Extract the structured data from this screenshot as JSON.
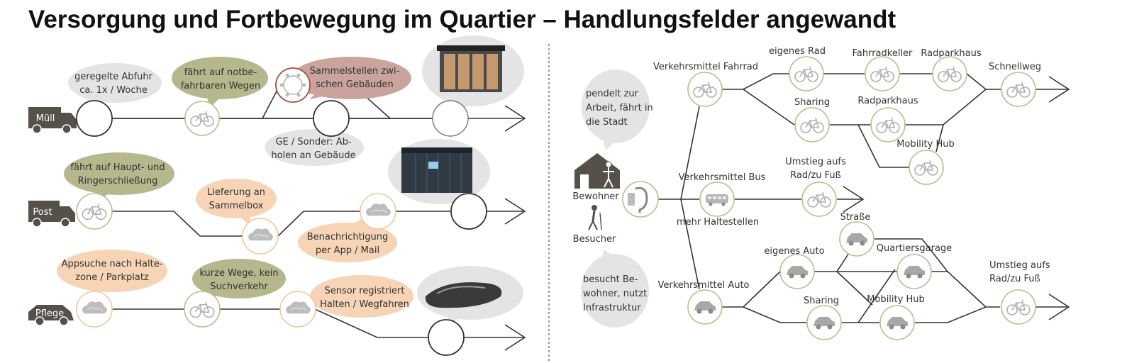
{
  "title": "Versorgung und Fortbewegung im Quartier – Handlungsfelder angewandt",
  "colors": {
    "line": "#333333",
    "node_stroke": "#b9bd8f",
    "olive": "#b6b78c",
    "rose": "#c9a39c",
    "peach": "#f6d4b5",
    "grey_bubble": "#e4e4e4",
    "vehicle": "#555048",
    "icon": "#b0b0b0"
  },
  "left": {
    "rows": {
      "muell": "Müll",
      "post": "Post",
      "pflege": "Pflege"
    },
    "bubbles": {
      "muell_abfuhr": [
        "geregelte Abfuhr",
        "ca. 1x / Woche"
      ],
      "muell_wege": [
        "fährt auf notbe-",
        "fahrbaren Wegen"
      ],
      "muell_sammel": [
        "Sammelstellen zwi-",
        "schen Gebäuden"
      ],
      "muell_ge": [
        "GE / Sonder: Ab-",
        "holen an Gebäude"
      ],
      "post_haupt": [
        "fährt auf Haupt- und",
        "Ringerschließung"
      ],
      "post_lieferung": [
        "Lieferung an",
        "Sammelbox"
      ],
      "post_benachrichtigung": [
        "Benachrichtigung",
        "per App / Mail"
      ],
      "pflege_appsuche": [
        "Appsuche nach Halte-",
        "zone / Parkplatz"
      ],
      "pflege_kurze": [
        "kurze Wege, kein",
        "Suchverkehr"
      ],
      "pflege_sensor": [
        "Sensor registriert",
        "Halten / Wegfahren"
      ]
    }
  },
  "right": {
    "bubbles": {
      "pendelt": [
        "pendelt zur",
        "Arbeit, fährt in",
        "die Stadt"
      ],
      "besucht": [
        "besucht Be-",
        "wohner, nutzt",
        "Infrastruktur"
      ]
    },
    "persons": {
      "bewohner": "Bewohner",
      "besucher": "Besucher"
    },
    "labels": {
      "vm_fahrrad": "Verkehrsmittel Fahrrad",
      "eigenes_rad": "eigenes Rad",
      "fahrradkeller": "Fahrradkeller",
      "radparkhaus_top": "Radparkhaus",
      "schnellweg": "Schnellweg",
      "sharing_rad": "Sharing",
      "radparkhaus_mid": "Radparkhaus",
      "mobility_hub_rad": "Mobility Hub",
      "vm_bus": "Verkehrsmittel Bus",
      "umstieg_bus": [
        "Umstieg aufs",
        "Rad/zu Fuß"
      ],
      "mehr_haltestellen": "mehr Haltestellen",
      "strasse": "Straße",
      "eigenes_auto": "eigenes Auto",
      "quartiersgarage": "Quartiersgarage",
      "vm_auto": "Verkehrsmittel Auto",
      "sharing_auto": "Sharing",
      "mobility_hub_auto": "Mobility Hub",
      "umstieg_auto": [
        "Umstieg aufs",
        "Rad/zu Fuß"
      ]
    }
  }
}
